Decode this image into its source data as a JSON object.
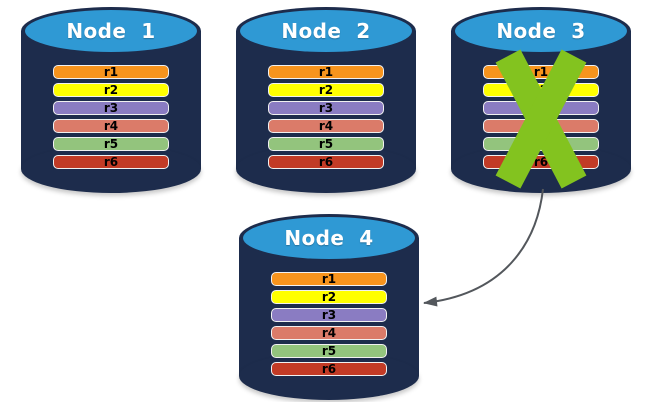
{
  "diagram": {
    "description": "Four database nodes with replicas r1-r6; Node 3 has failed and its data is recovered onto Node 4",
    "nodes": [
      {
        "label": "Node 1",
        "failed": false,
        "rows": [
          {
            "label": "r1",
            "color": "#F7941D"
          },
          {
            "label": "r2",
            "color": "#FFFF00"
          },
          {
            "label": "r3",
            "color": "#8A7CC2"
          },
          {
            "label": "r4",
            "color": "#DB7B69"
          },
          {
            "label": "r5",
            "color": "#93C47D"
          },
          {
            "label": "r6",
            "color": "#C23B26"
          }
        ]
      },
      {
        "label": "Node 2",
        "failed": false,
        "rows": [
          {
            "label": "r1",
            "color": "#F7941D"
          },
          {
            "label": "r2",
            "color": "#FFFF00"
          },
          {
            "label": "r3",
            "color": "#8A7CC2"
          },
          {
            "label": "r4",
            "color": "#DB7B69"
          },
          {
            "label": "r5",
            "color": "#93C47D"
          },
          {
            "label": "r6",
            "color": "#C23B26"
          }
        ]
      },
      {
        "label": "Node 3",
        "failed": true,
        "rows": [
          {
            "label": "r1",
            "color": "#F7941D"
          },
          {
            "label": "r2",
            "color": "#FFFF00"
          },
          {
            "label": "r3",
            "color": "#8A7CC2"
          },
          {
            "label": "r4",
            "color": "#DB7B69"
          },
          {
            "label": "r5",
            "color": "#93C47D"
          },
          {
            "label": "r6",
            "color": "#C23B26"
          }
        ]
      },
      {
        "label": "Node 4",
        "failed": false,
        "rows": [
          {
            "label": "r1",
            "color": "#F7941D"
          },
          {
            "label": "r2",
            "color": "#FFFF00"
          },
          {
            "label": "r3",
            "color": "#8A7CC2"
          },
          {
            "label": "r4",
            "color": "#DB7B69"
          },
          {
            "label": "r5",
            "color": "#93C47D"
          },
          {
            "label": "r6",
            "color": "#C23B26"
          }
        ]
      }
    ],
    "arrow": {
      "from": "Node 3",
      "to": "Node 4"
    },
    "colors": {
      "cylinder_body": "#1D2C4C",
      "cylinder_cap": "#2F99D4",
      "x_mark": "#83C31F",
      "arrow": "#53575C"
    }
  }
}
